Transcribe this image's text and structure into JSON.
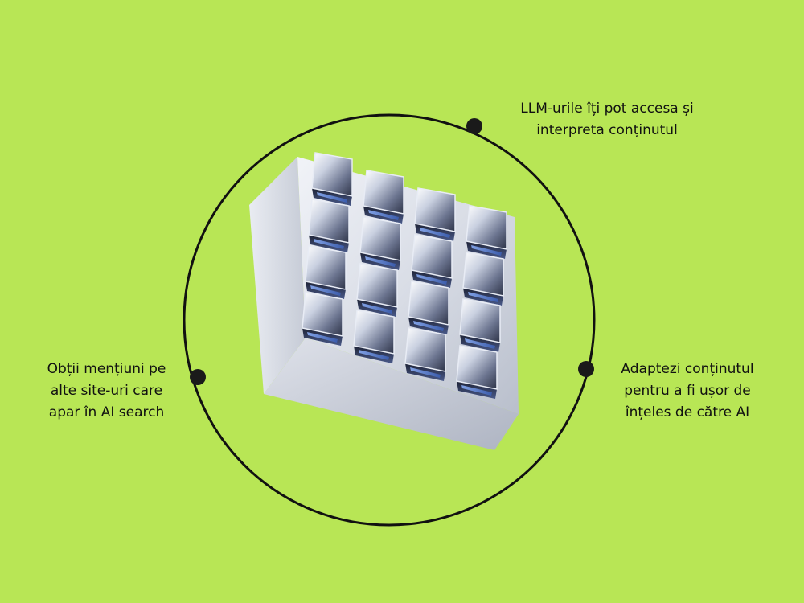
{
  "colors": {
    "background": "#b8e655",
    "ring": "#111111",
    "node": "#1a1a1a"
  },
  "center_image": "chrome-keypad-cube",
  "labels": {
    "top": [
      "LLM-urile îți pot accesa și",
      "interpreta conținutul"
    ],
    "right": [
      "Adaptezi conținutul",
      "pentru a fi ușor de",
      "înțeles de către AI"
    ],
    "left": [
      "Obții mențiuni pe",
      "alte site-uri care",
      "apar în AI search"
    ]
  }
}
